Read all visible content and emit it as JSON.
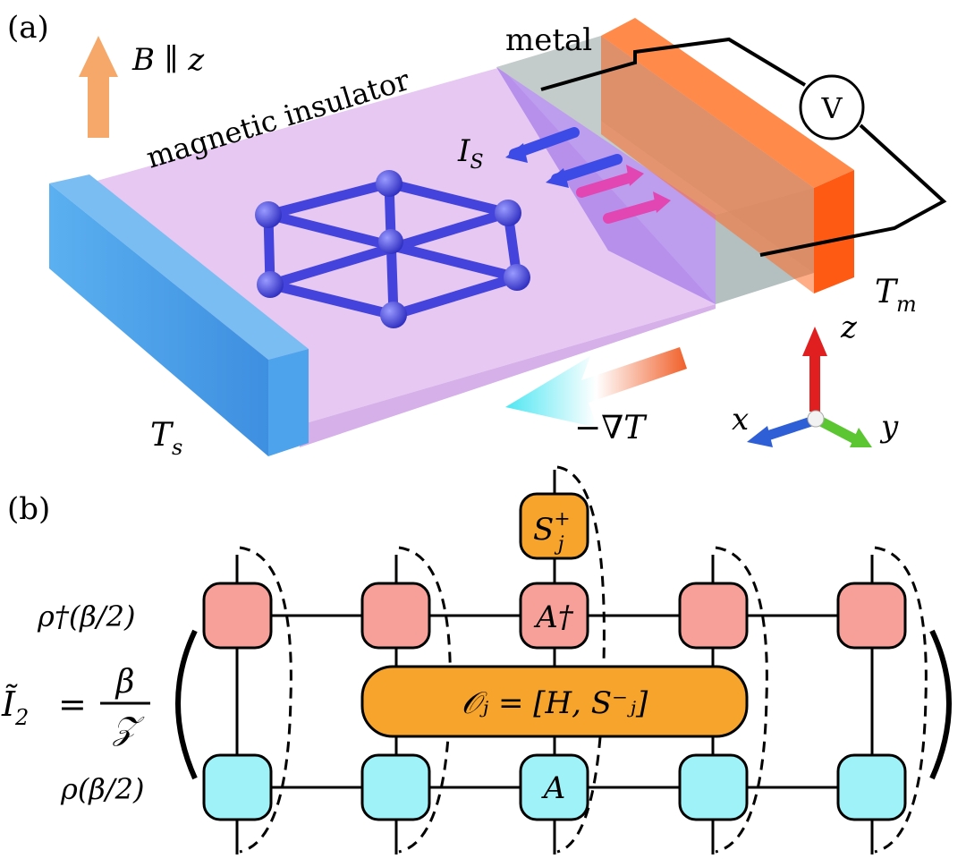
{
  "panel_a": {
    "label": "(a)",
    "field_label": "B ∥ z",
    "magnetic_insulator_label": "magnetic insulator",
    "metal_label": "metal",
    "voltmeter_label": "V",
    "spin_current_label": "I",
    "spin_current_sub": "S",
    "cold_temp_label": "T",
    "cold_temp_sub": "s",
    "hot_temp_label": "T",
    "hot_temp_sub": "m",
    "gradient_label": "−∇T",
    "axes": {
      "x": "x",
      "y": "y",
      "z": "z"
    },
    "colors": {
      "cold_bath": "#4da3ec",
      "hot_bath": "#ff6a24",
      "insulator": "#e3c2f2",
      "metal": "#bcc7c7",
      "lattice": "#4444dd",
      "field_arrow": "#f6a86a"
    }
  },
  "panel_b": {
    "label": "(b)",
    "lhs_I": "Ĩ",
    "lhs_sub": "2",
    "equals": "=",
    "numerator": "β",
    "denominator": "𝒵",
    "row_top_label": "ρ†(β/2)",
    "row_bottom_label": "ρ(β/2)",
    "operator_box": "𝒪ⱼ = [H, S⁻ⱼ]",
    "top_tensor_label": "A†",
    "bottom_tensor_label": "A",
    "spin_op_label": "S",
    "spin_op_sup": "+",
    "spin_op_sub": "j",
    "colors": {
      "top_row": "#f7a09a",
      "bottom_row": "#9ff2f7",
      "operator": "#f7a42c"
    }
  }
}
